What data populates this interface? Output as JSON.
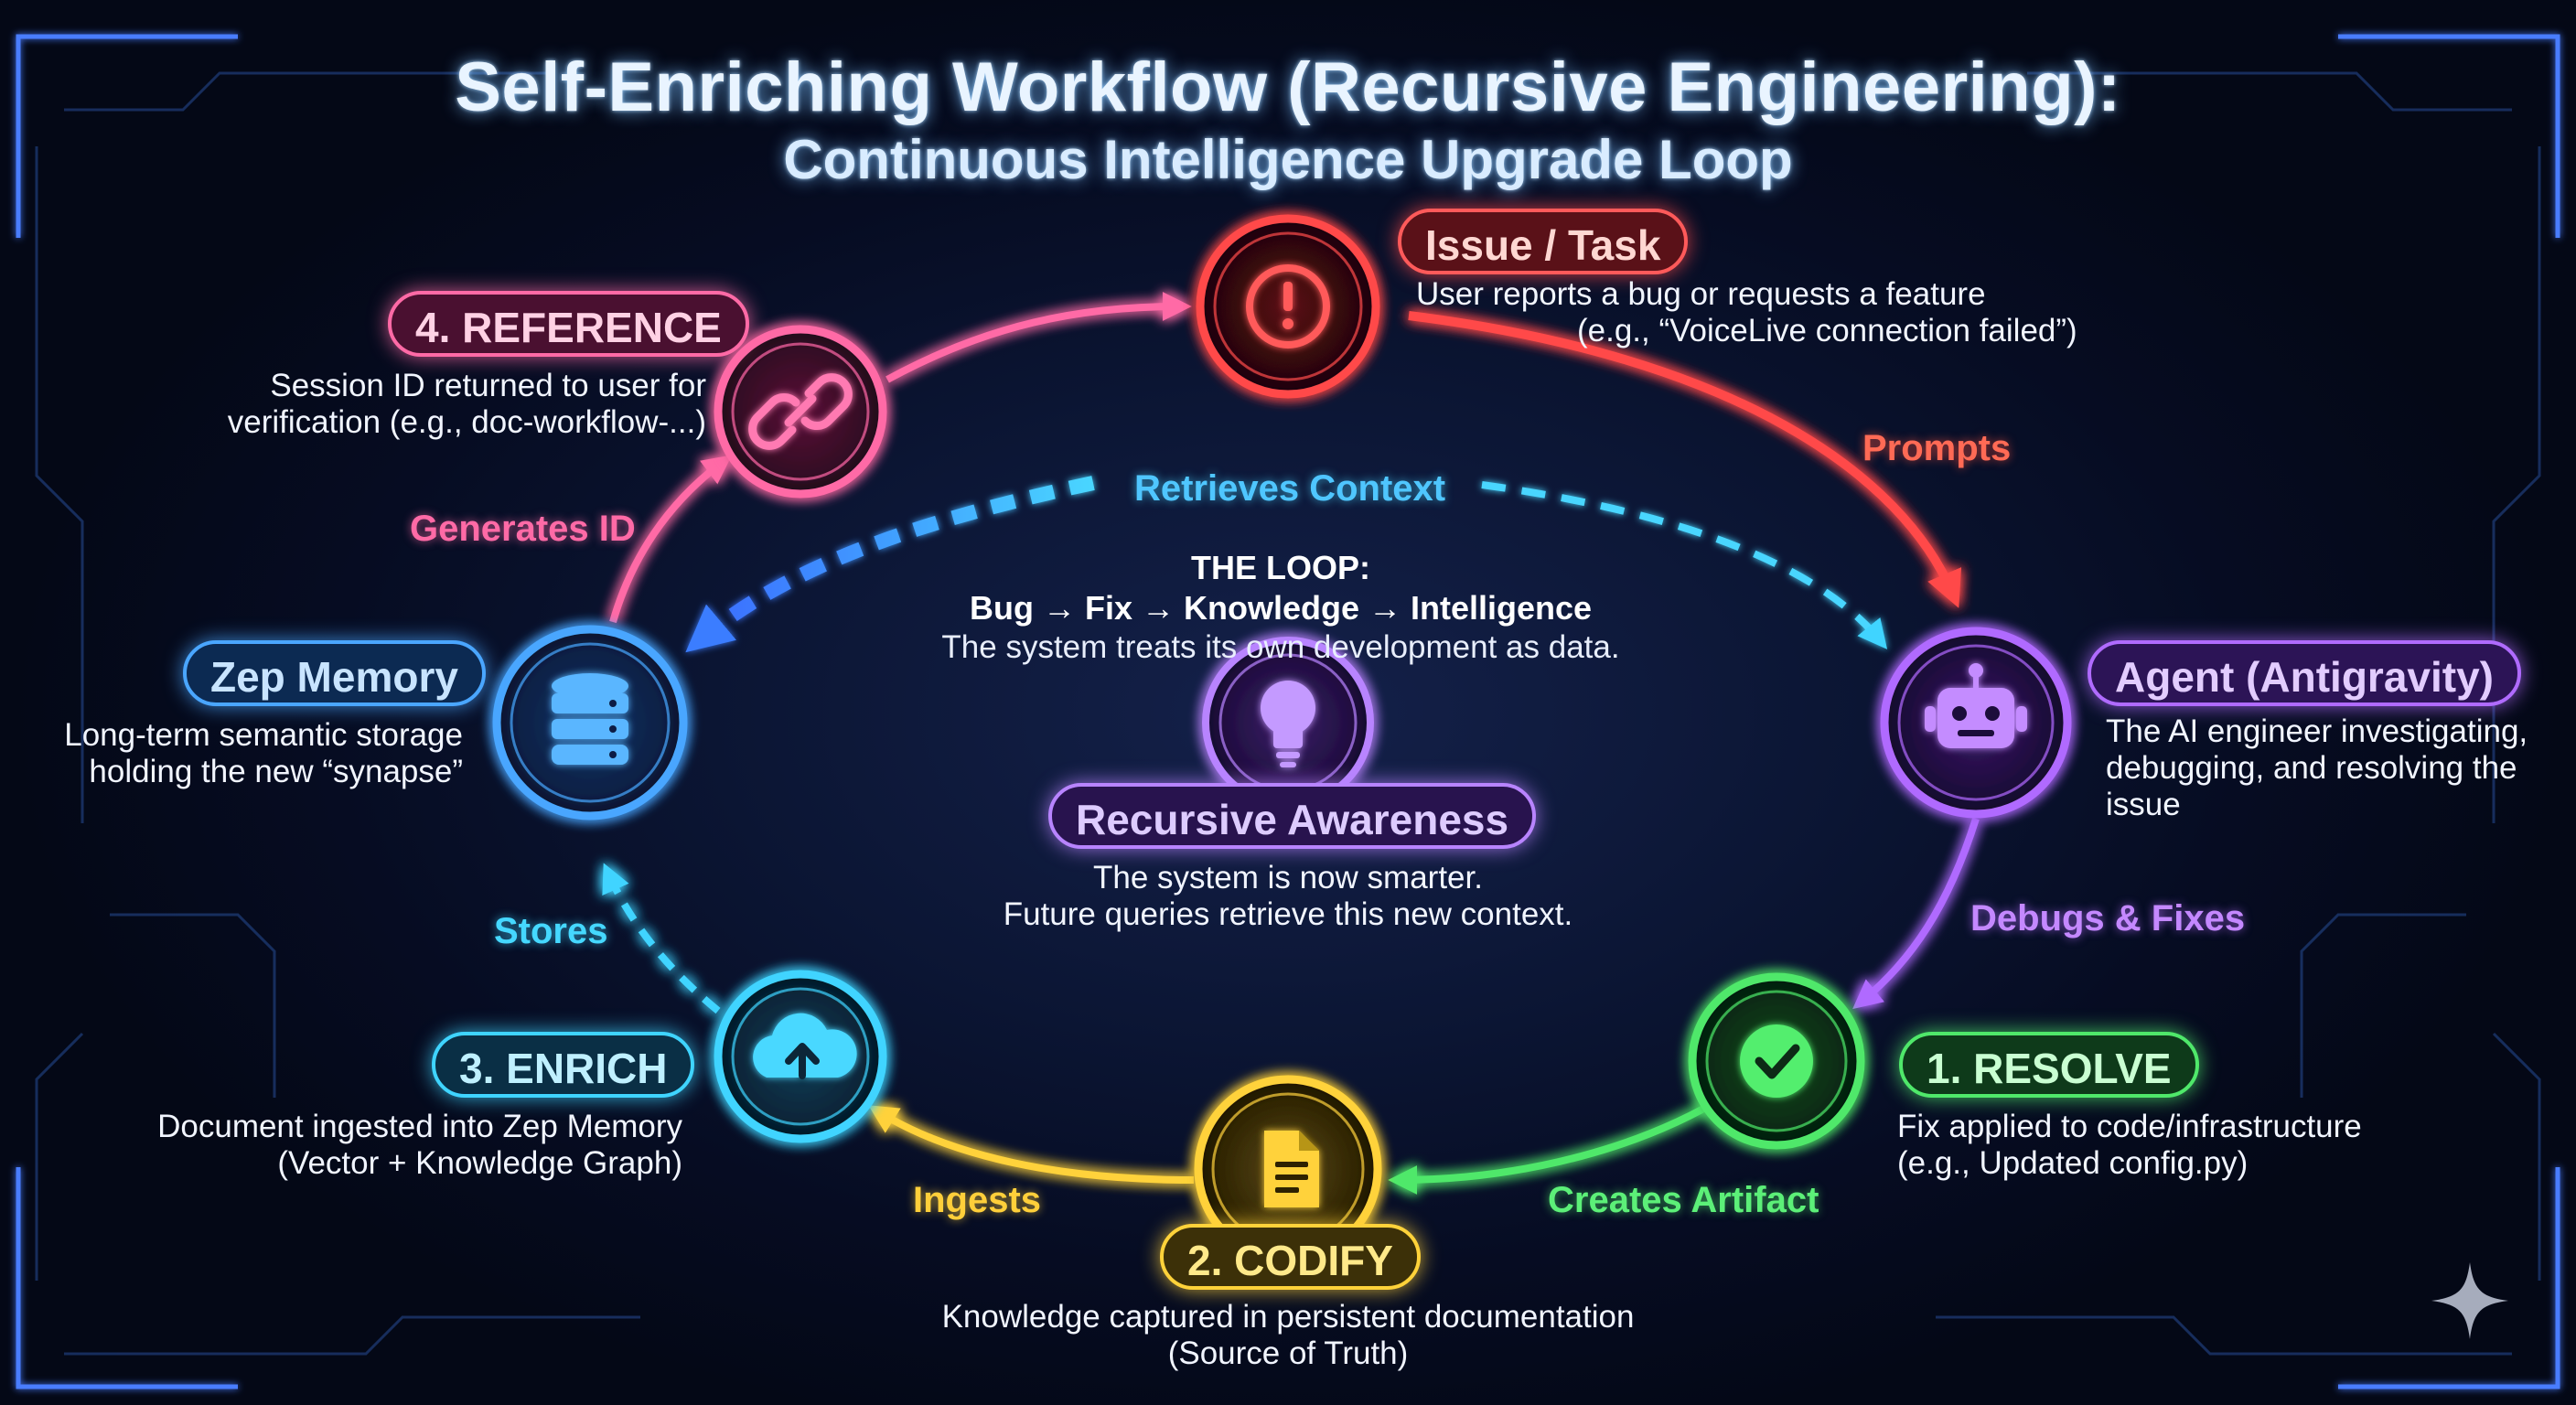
{
  "title": "Self-Enriching Workflow (Recursive Engineering):",
  "subtitle": "Continuous Intelligence Upgrade Loop",
  "colors": {
    "issue": "#ff4a4a",
    "agent": "#b06bff",
    "resolve": "#4fe86a",
    "codify": "#ffd23a",
    "enrich": "#3fd4ff",
    "zep": "#4aa6ff",
    "reference": "#ff6aa6",
    "awareness": "#b884ff",
    "background": "#060c22"
  },
  "nodes": {
    "issue": {
      "label": "Issue / Task",
      "icon": "exclamation-icon",
      "desc": [
        "User reports a bug or requests a feature",
        "(e.g., “VoiceLive connection failed”)"
      ]
    },
    "agent": {
      "label": "Agent (Antigravity)",
      "icon": "robot-icon",
      "desc": [
        "The AI engineer investigating,",
        "debugging, and resolving the",
        "issue"
      ]
    },
    "resolve": {
      "label": "1. RESOLVE",
      "icon": "checkmark-icon",
      "desc": [
        "Fix applied to code/infrastructure",
        "(e.g., Updated config.py)"
      ]
    },
    "codify": {
      "label": "2. CODIFY",
      "icon": "document-icon",
      "desc": [
        "Knowledge captured in persistent documentation",
        "(Source of Truth)"
      ]
    },
    "enrich": {
      "label": "3. ENRICH",
      "icon": "cloud-upload-icon",
      "desc": [
        "Document ingested into Zep Memory",
        "(Vector + Knowledge Graph)"
      ]
    },
    "zep": {
      "label": "Zep Memory",
      "icon": "database-icon",
      "desc": [
        "Long-term semantic storage",
        "holding the new “synapse”"
      ]
    },
    "reference": {
      "label": "4. REFERENCE",
      "icon": "link-icon",
      "desc": [
        "Session ID returned to user for",
        "verification (e.g., doc-workflow-...)"
      ]
    },
    "awareness": {
      "label": "Recursive Awareness",
      "icon": "lightbulb-icon",
      "desc": [
        "The system is now smarter.",
        "Future queries retrieve this new context."
      ]
    }
  },
  "edges": {
    "prompts": "Prompts",
    "debugs_fixes": "Debugs & Fixes",
    "creates_artifact": "Creates Artifact",
    "ingests": "Ingests",
    "stores": "Stores",
    "generates_id": "Generates ID",
    "retrieves_context": "Retrieves Context"
  },
  "loop": {
    "heading": "THE LOOP:",
    "sequence": "Bug → Fix → Knowledge → Intelligence",
    "caption": "The system treats its own development as data."
  }
}
